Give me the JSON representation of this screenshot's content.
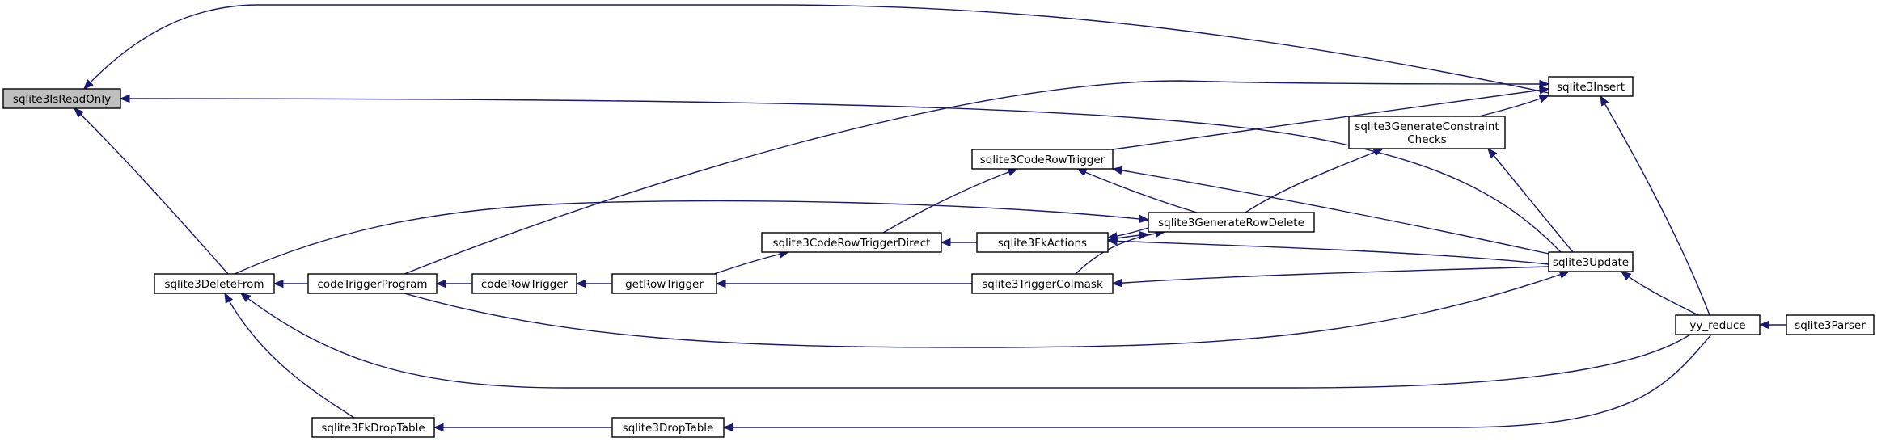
{
  "graph": {
    "root": "sqlite3IsReadOnly",
    "nodes": {
      "isReadOnly": [
        "sqlite3IsReadOnly"
      ],
      "insert": [
        "sqlite3Insert"
      ],
      "genConstraint": [
        "sqlite3GenerateConstraint",
        "Checks"
      ],
      "codeRowTrigger": [
        "sqlite3CodeRowTrigger"
      ],
      "genRowDelete": [
        "sqlite3GenerateRowDelete"
      ],
      "codeRowTriggerDirect": [
        "sqlite3CodeRowTriggerDirect"
      ],
      "fkActions": [
        "sqlite3FkActions"
      ],
      "update": [
        "sqlite3Update"
      ],
      "deleteFrom": [
        "sqlite3DeleteFrom"
      ],
      "codeTriggerProgram": [
        "codeTriggerProgram"
      ],
      "codeRowTriggerF": [
        "codeRowTrigger"
      ],
      "getRowTrigger": [
        "getRowTrigger"
      ],
      "triggerColmask": [
        "sqlite3TriggerColmask"
      ],
      "yyReduce": [
        "yy_reduce"
      ],
      "parser": [
        "sqlite3Parser"
      ],
      "fkDropTable": [
        "sqlite3FkDropTable"
      ],
      "dropTable": [
        "sqlite3DropTable"
      ]
    },
    "edges": [
      [
        "insert",
        "isReadOnly"
      ],
      [
        "update",
        "isReadOnly"
      ],
      [
        "deleteFrom",
        "isReadOnly"
      ],
      [
        "codeTriggerProgram",
        "insert"
      ],
      [
        "genConstraint",
        "insert"
      ],
      [
        "codeRowTrigger",
        "insert"
      ],
      [
        "yyReduce",
        "insert"
      ],
      [
        "update",
        "genConstraint"
      ],
      [
        "genRowDelete",
        "genConstraint"
      ],
      [
        "genRowDelete",
        "codeRowTrigger"
      ],
      [
        "update",
        "codeRowTrigger"
      ],
      [
        "codeRowTriggerDirect",
        "codeRowTrigger"
      ],
      [
        "deleteFrom",
        "genRowDelete"
      ],
      [
        "fkActions",
        "genRowDelete"
      ],
      [
        "triggerColmask",
        "genRowDelete"
      ],
      [
        "fkActions",
        "codeRowTriggerDirect"
      ],
      [
        "getRowTrigger",
        "codeRowTriggerDirect"
      ],
      [
        "update",
        "fkActions"
      ],
      [
        "genRowDelete",
        "fkActions"
      ],
      [
        "codeTriggerProgram",
        "update"
      ],
      [
        "yyReduce",
        "update"
      ],
      [
        "codeTriggerProgram",
        "deleteFrom"
      ],
      [
        "fkDropTable",
        "deleteFrom"
      ],
      [
        "yyReduce",
        "deleteFrom"
      ],
      [
        "codeRowTriggerF",
        "codeTriggerProgram"
      ],
      [
        "getRowTrigger",
        "codeRowTriggerF"
      ],
      [
        "triggerColmask",
        "getRowTrigger"
      ],
      [
        "update",
        "triggerColmask"
      ],
      [
        "parser",
        "yyReduce"
      ],
      [
        "dropTable",
        "fkDropTable"
      ],
      [
        "yyReduce",
        "dropTable"
      ]
    ]
  },
  "colors": {
    "edge": "#191970",
    "root_fill": "#bfbfbf",
    "node_fill": "#ffffff",
    "node_border": "#000000"
  }
}
